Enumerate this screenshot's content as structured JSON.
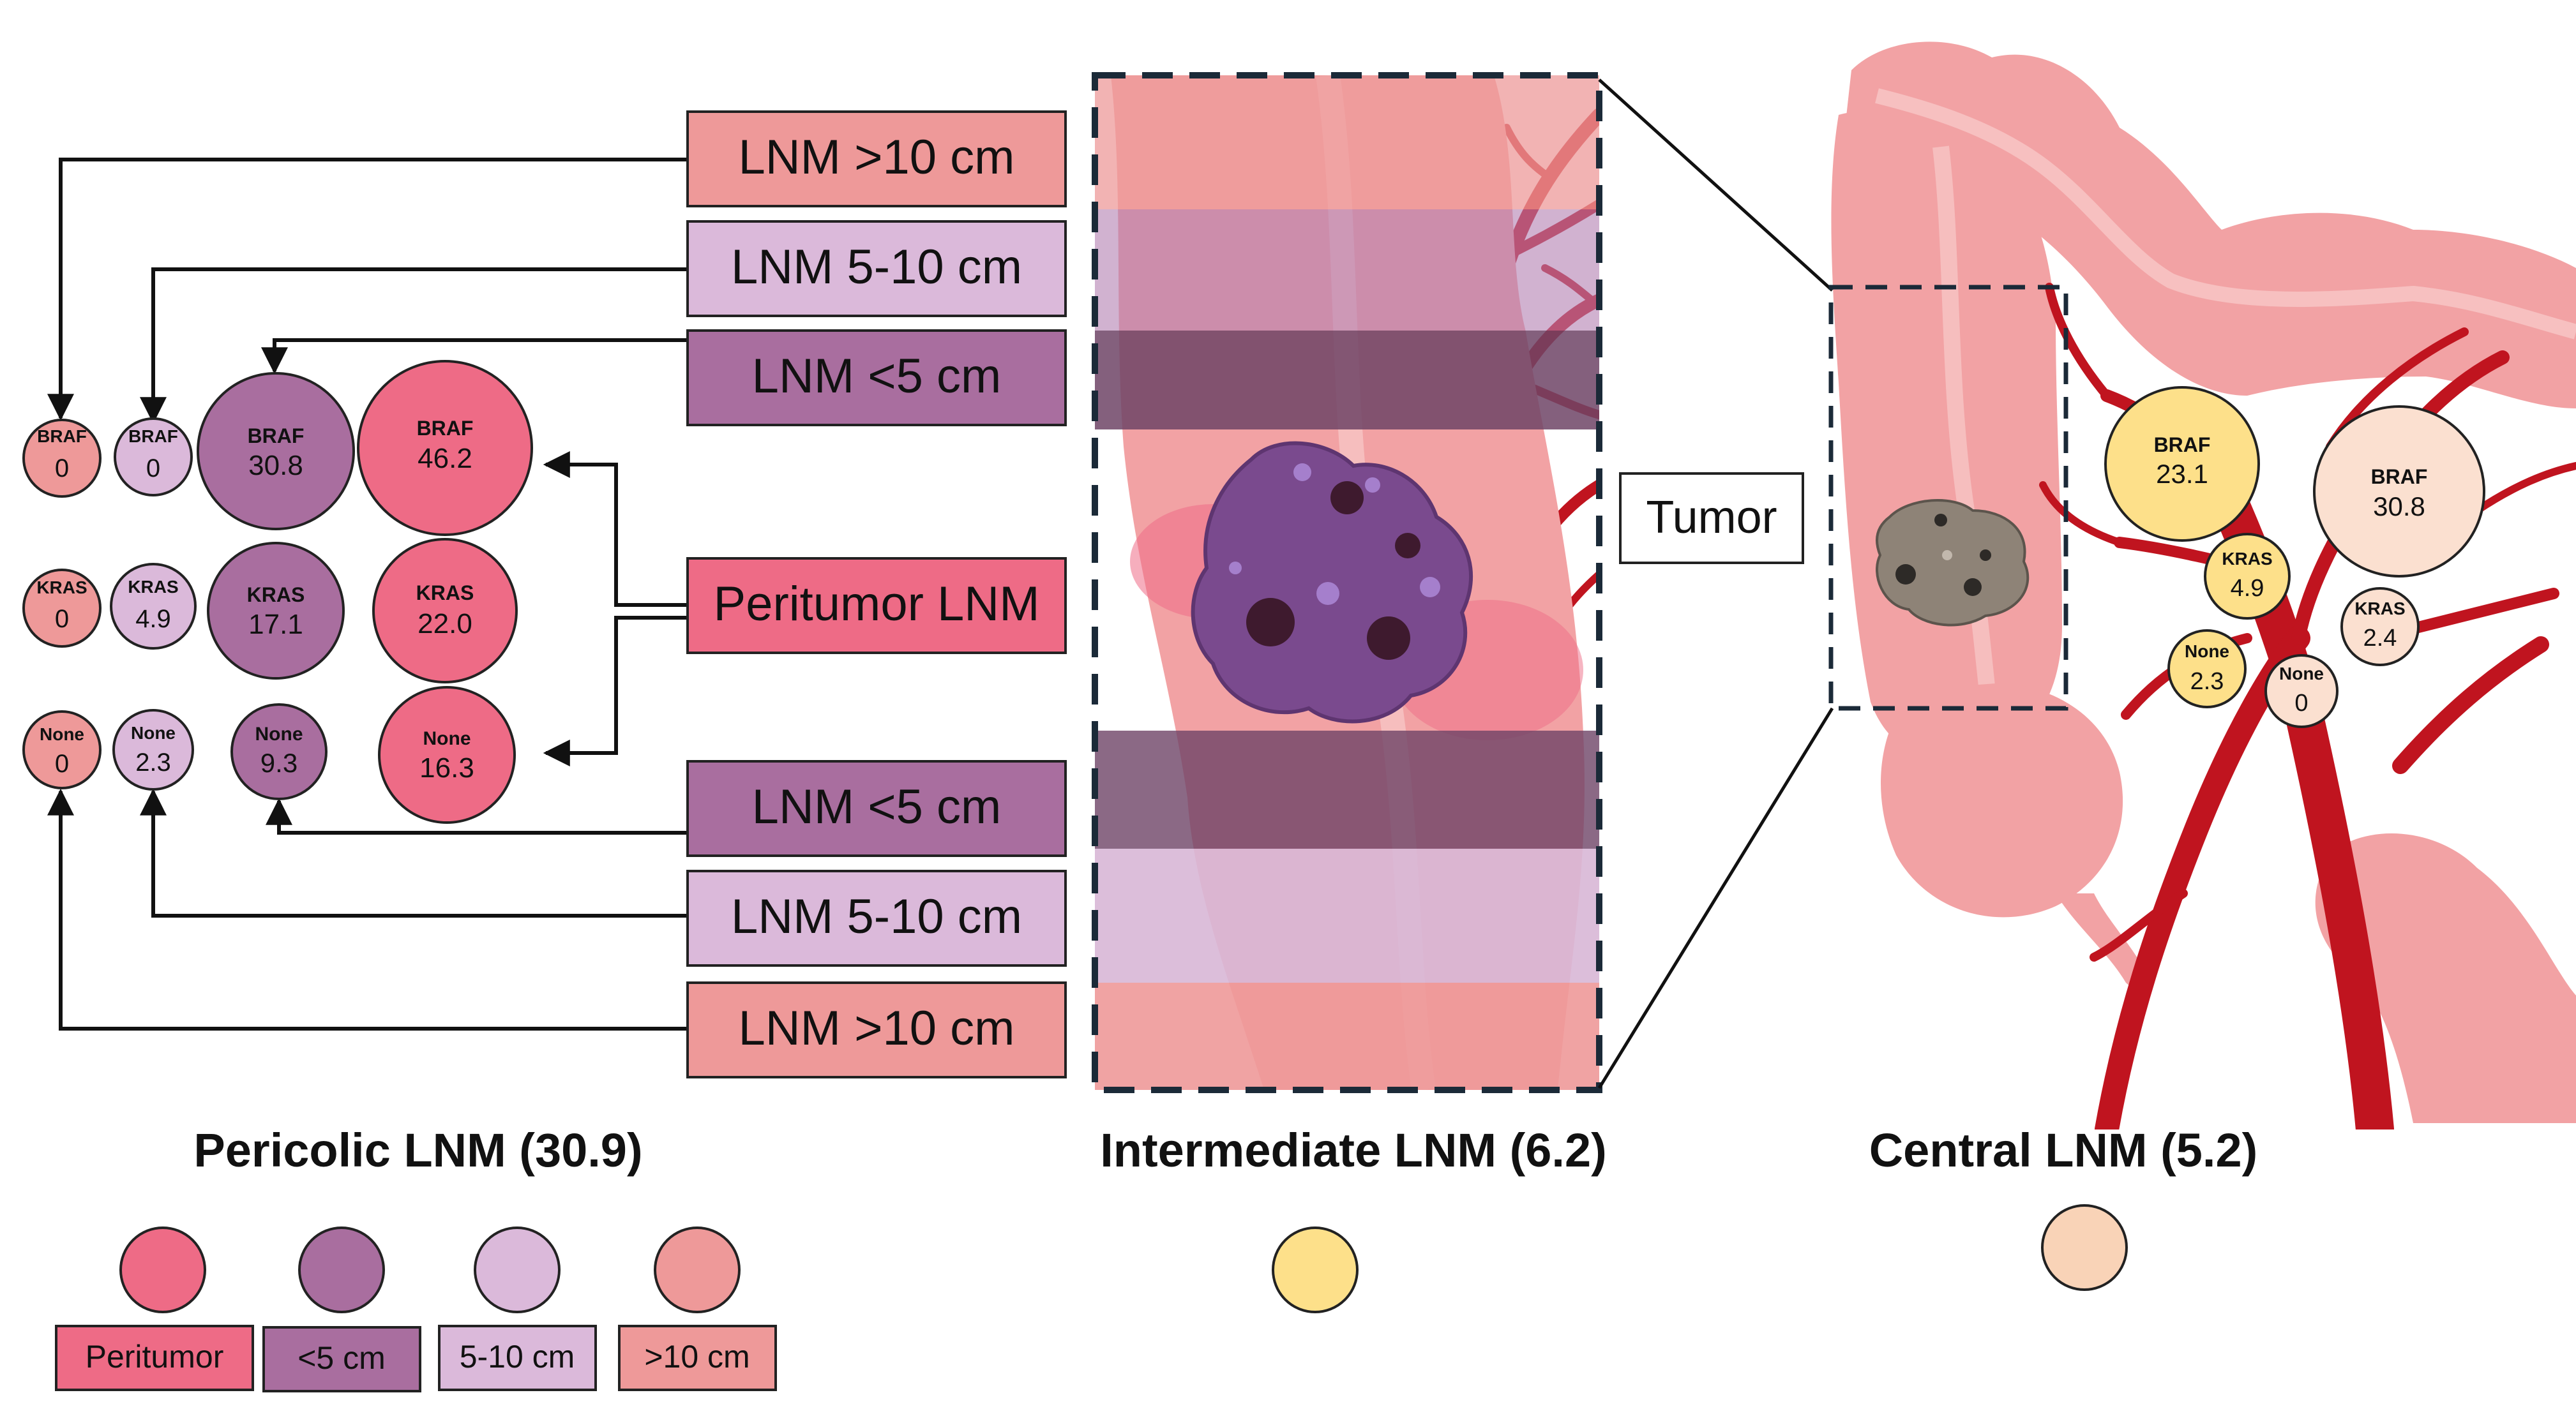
{
  "colors": {
    "peritumor": "#ee6b86",
    "lt5": "#a96e9f",
    "from5to10": "#dbb9da",
    "gt10": "#ee9999",
    "intermediate": "#fde08a",
    "central": "#f9d3b7",
    "vessel": "#c0141f",
    "colon": "#f2a2a4",
    "colonDark": "#e88890",
    "tumor": "#7a4a8e",
    "tumorGray": "#8e8377",
    "bandDark": "#6e4466",
    "bandPurple": "#b27fb0",
    "bandLight": "#d8b7d6"
  },
  "boxes": {
    "top_gt10": "LNM >10 cm",
    "top_5to10": "LNM 5-10 cm",
    "top_lt5": "LNM <5 cm",
    "peritumor": "Peritumor LNM",
    "bottom_lt5": "LNM <5 cm",
    "bottom_5to10": "LNM 5-10 cm",
    "bottom_gt10": "LNM >10 cm",
    "tumor": "Tumor"
  },
  "pericolic": {
    "rows": [
      {
        "cells": [
          {
            "gene": "BRAF",
            "value": "0",
            "group": "gt10"
          },
          {
            "gene": "BRAF",
            "value": "0",
            "group": "from5to10"
          },
          {
            "gene": "BRAF",
            "value": "30.8",
            "group": "lt5"
          },
          {
            "gene": "BRAF",
            "value": "46.2",
            "group": "peritumor"
          }
        ]
      },
      {
        "cells": [
          {
            "gene": "KRAS",
            "value": "0",
            "group": "gt10"
          },
          {
            "gene": "KRAS",
            "value": "4.9",
            "group": "from5to10"
          },
          {
            "gene": "KRAS",
            "value": "17.1",
            "group": "lt5"
          },
          {
            "gene": "KRAS",
            "value": "22.0",
            "group": "peritumor"
          }
        ]
      },
      {
        "cells": [
          {
            "gene": "None",
            "value": "0",
            "group": "gt10"
          },
          {
            "gene": "None",
            "value": "2.3",
            "group": "from5to10"
          },
          {
            "gene": "None",
            "value": "9.3",
            "group": "lt5"
          },
          {
            "gene": "None",
            "value": "16.3",
            "group": "peritumor"
          }
        ]
      }
    ]
  },
  "intermediate_nodes": [
    {
      "gene": "BRAF",
      "value": "23.1"
    },
    {
      "gene": "KRAS",
      "value": "4.9"
    },
    {
      "gene": "None",
      "value": "2.3"
    }
  ],
  "central_nodes": [
    {
      "gene": "BRAF",
      "value": "30.8"
    },
    {
      "gene": "KRAS",
      "value": "2.4"
    },
    {
      "gene": "None",
      "value": "0"
    }
  ],
  "section_titles": {
    "pericolic": "Pericolic LNM (30.9)",
    "intermediate": "Intermediate LNM (6.2)",
    "central": "Central LNM (5.2)"
  },
  "legend": [
    {
      "label": "Peritumor",
      "group": "peritumor"
    },
    {
      "label": "<5 cm",
      "group": "lt5"
    },
    {
      "label": "5-10 cm",
      "group": "from5to10"
    },
    {
      "label": ">10 cm",
      "group": "gt10"
    }
  ]
}
